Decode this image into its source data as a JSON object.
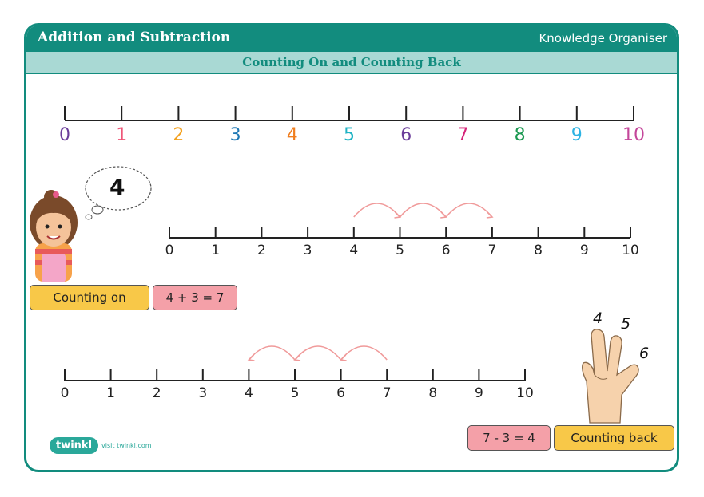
{
  "header": {
    "title": "Addition and Subtraction",
    "right_label": "Knowledge Organiser",
    "subtitle": "Counting On and Counting Back"
  },
  "top_line": {
    "numbers": [
      "0",
      "1",
      "2",
      "3",
      "4",
      "5",
      "6",
      "7",
      "8",
      "9",
      "10"
    ],
    "colors": [
      "#6a3d9a",
      "#ee5577",
      "#f4a21f",
      "#1f78b4",
      "#f07e1f",
      "#1fb3c4",
      "#6a3d9a",
      "#d6257a",
      "#1a9850",
      "#2cb3e3",
      "#c4469a"
    ]
  },
  "counting_on": {
    "thought_number": "4",
    "numbers": [
      "0",
      "1",
      "2",
      "3",
      "4",
      "5",
      "6",
      "7",
      "8",
      "9",
      "10"
    ],
    "label": "Counting on",
    "equation": "4 + 3 = 7"
  },
  "counting_back": {
    "numbers": [
      "0",
      "1",
      "2",
      "3",
      "4",
      "5",
      "6",
      "7",
      "8",
      "9",
      "10"
    ],
    "finger_numbers": [
      "4",
      "5",
      "6"
    ],
    "label": "Counting back",
    "equation": "7 - 3 = 4"
  },
  "logo": {
    "brand": "twinkl",
    "url": "visit twinkl.com"
  },
  "colors": {
    "teal": "#128c7e",
    "light_teal": "#a9d9d4",
    "yellow": "#f8c848",
    "pink": "#f4a0a8",
    "arc": "#f09a9a"
  }
}
